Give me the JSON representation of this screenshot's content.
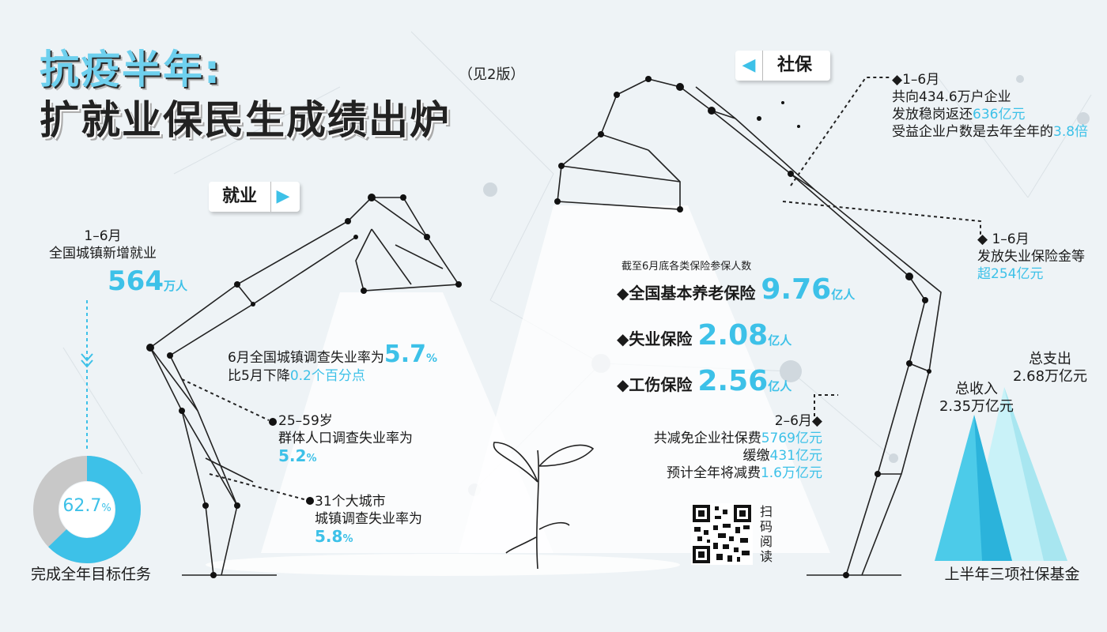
{
  "title": {
    "line1": "抗疫半年:",
    "line2": "扩就业保民生成绩出炉",
    "ref": "（见2版）"
  },
  "employment": {
    "tag": "就业",
    "period": "1–6月",
    "label": "全国城镇新增就业",
    "value": "564",
    "unit": "万人",
    "completion_pct": "62.7",
    "completion_fraction": 0.627,
    "completion_symbol": "%",
    "completion_label": "完成全年目标任务",
    "june_rate_text": "6月全国城镇调查失业率为",
    "june_rate": "5.7",
    "june_rate_unit": "%",
    "june_change_text": "比5月下降",
    "june_change": "0.2个百分点",
    "age_group": "25–59岁",
    "age_label": "群体人口调查失业率为",
    "age_rate": "5.2",
    "age_rate_unit": "%",
    "city_group": "31个大城市",
    "city_label": "城镇调查失业率为",
    "city_rate": "5.8",
    "city_rate_unit": "%"
  },
  "social": {
    "tag": "社保",
    "refund_period": "◆1–6月",
    "refund_l1": "共向434.6万户企业",
    "refund_l2a": "发放稳岗返还",
    "refund_l2b": "636亿元",
    "refund_l3a": "受益企业户数是去年全年的",
    "refund_l3b": "3.8倍",
    "unemp_period": "◆ 1–6月",
    "unemp_l1": "发放失业保险金等",
    "unemp_l2": "超254亿元",
    "insured_caption": "截至6月底各类保险参保人数",
    "ins1_label": "◆全国基本养老保险",
    "ins1_value": "9.76",
    "ins1_unit": "亿人",
    "ins2_label": "◆失业保险",
    "ins2_value": "2.08",
    "ins2_unit": "亿人",
    "ins3_label": "◆工伤保险",
    "ins3_value": "2.56",
    "ins3_unit": "亿人",
    "relief_period": "2–6月◆",
    "relief_l1a": "共减免企业社保费",
    "relief_l1b": "5769亿元",
    "relief_l2a": "缓缴",
    "relief_l2b": "431亿元",
    "relief_l3a": "预计全年将减费",
    "relief_l3b": "1.6万亿元",
    "qr_label": [
      "扫",
      "码",
      "阅",
      "读"
    ],
    "fund_income_label": "总收入",
    "fund_income_value": "2.35万亿元",
    "fund_expense_label": "总支出",
    "fund_expense_value": "2.68万亿元",
    "fund_caption": "上半年三项社保基金"
  },
  "colors": {
    "accent": "#3dc1e8",
    "dark": "#1a1a1a",
    "grey": "#c8c8c8",
    "background": "#eef3f6"
  }
}
